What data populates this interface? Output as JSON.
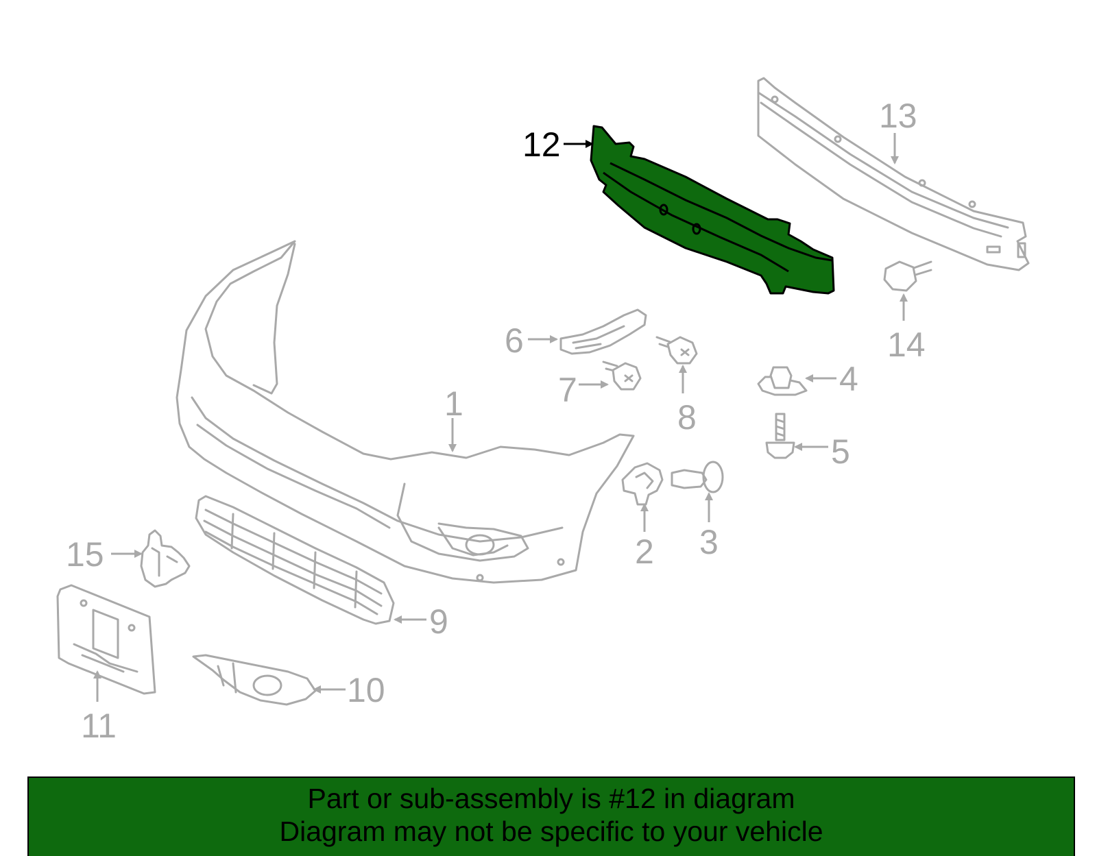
{
  "colors": {
    "highlight_fill": "#0e6a0e",
    "highlight_stroke": "#000000",
    "part_stroke": "#a9a9a9",
    "label_grey": "#a9a9a9",
    "label_active": "#000000",
    "banner_bg": "#0e6a0e"
  },
  "callouts": {
    "c1": "1",
    "c2": "2",
    "c3": "3",
    "c4": "4",
    "c5": "5",
    "c6": "6",
    "c7": "7",
    "c8": "8",
    "c9": "9",
    "c10": "10",
    "c11": "11",
    "c12": "12",
    "c13": "13",
    "c14": "14",
    "c15": "15"
  },
  "highlighted_part": "12",
  "banner": {
    "line1": "Part or sub-assembly is #12 in diagram",
    "line2": "Diagram may not be specific to your vehicle"
  }
}
